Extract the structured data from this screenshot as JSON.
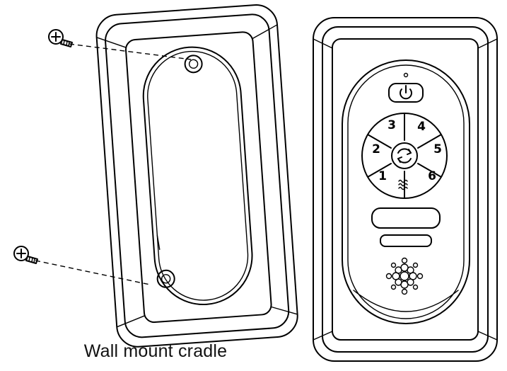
{
  "caption": "Wall mount cradle",
  "remote": {
    "speed_buttons": [
      "1",
      "2",
      "3",
      "4",
      "5",
      "6"
    ],
    "icons": {
      "power": "power-icon",
      "center": "reverse-icon",
      "breeze": "breeze-wave-icon",
      "logo": "flower-logo-icon"
    }
  }
}
